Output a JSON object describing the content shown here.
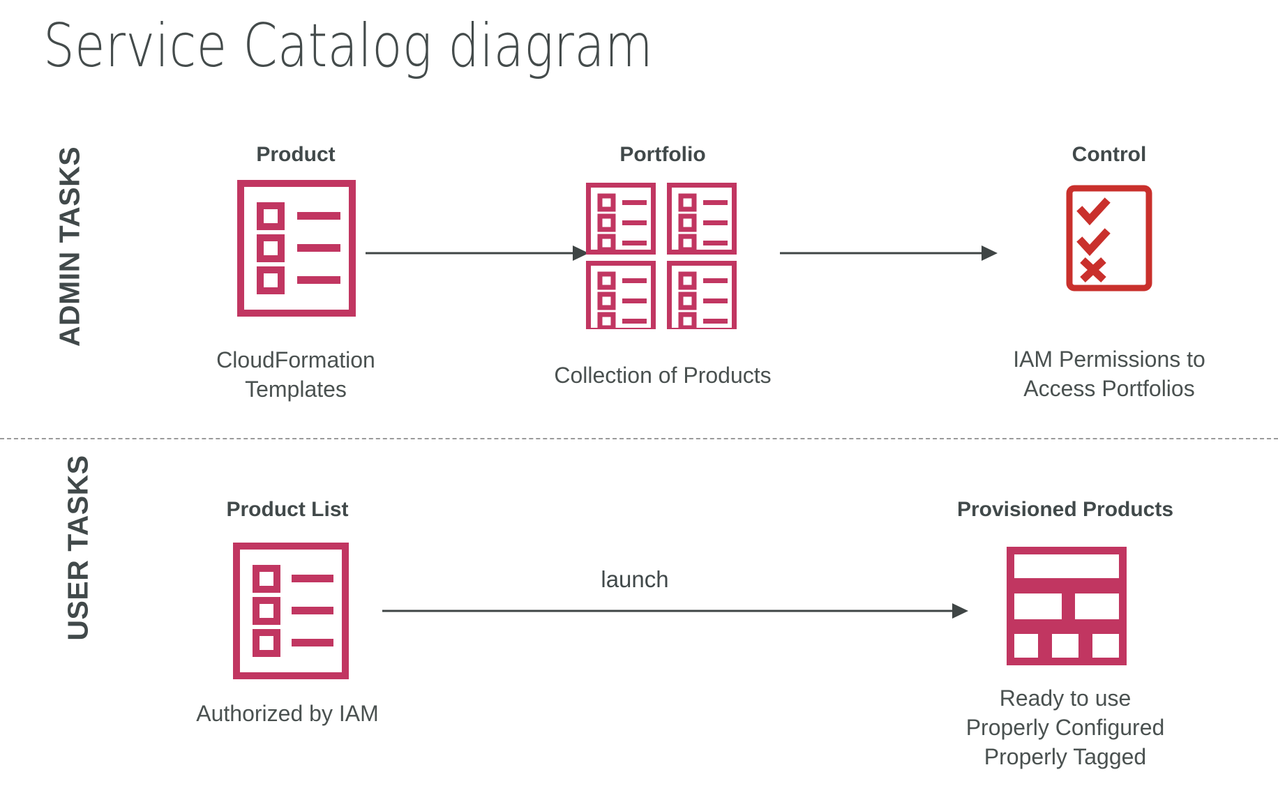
{
  "title": "Service Catalog diagram",
  "colors": {
    "magenta": "#C13661",
    "red": "#C9302C",
    "text_dark": "#41494a",
    "text_body": "#4a5150",
    "arrow": "#3f4545",
    "divider": "#9a9a9a",
    "background": "#ffffff"
  },
  "lanes": [
    {
      "id": "admin",
      "label": "ADMIN TASKS"
    },
    {
      "id": "user",
      "label": "USER TASKS"
    }
  ],
  "admin_row": {
    "nodes": [
      {
        "id": "product",
        "heading": "Product",
        "icon": "product-document-icon",
        "caption_lines": [
          "CloudFormation",
          "Templates"
        ]
      },
      {
        "id": "portfolio",
        "heading": "Portfolio",
        "icon": "portfolio-grid-icon",
        "caption_lines": [
          "Collection of Products"
        ]
      },
      {
        "id": "control",
        "heading": "Control",
        "icon": "control-checklist-icon",
        "caption_lines": [
          "IAM Permissions to",
          "Access Portfolios"
        ]
      }
    ],
    "connectors": [
      {
        "id": "product-to-portfolio",
        "label": ""
      },
      {
        "id": "portfolio-to-control",
        "label": ""
      }
    ]
  },
  "user_row": {
    "nodes": [
      {
        "id": "product-list",
        "heading": "Product List",
        "icon": "product-list-icon",
        "caption_lines": [
          "Authorized by IAM"
        ]
      },
      {
        "id": "provisioned-products",
        "heading": "Provisioned Products",
        "icon": "provisioned-blocks-icon",
        "caption_lines": [
          "Ready to use",
          "Properly Configured",
          "Properly Tagged"
        ]
      }
    ],
    "connectors": [
      {
        "id": "launch",
        "label": "launch"
      }
    ]
  }
}
